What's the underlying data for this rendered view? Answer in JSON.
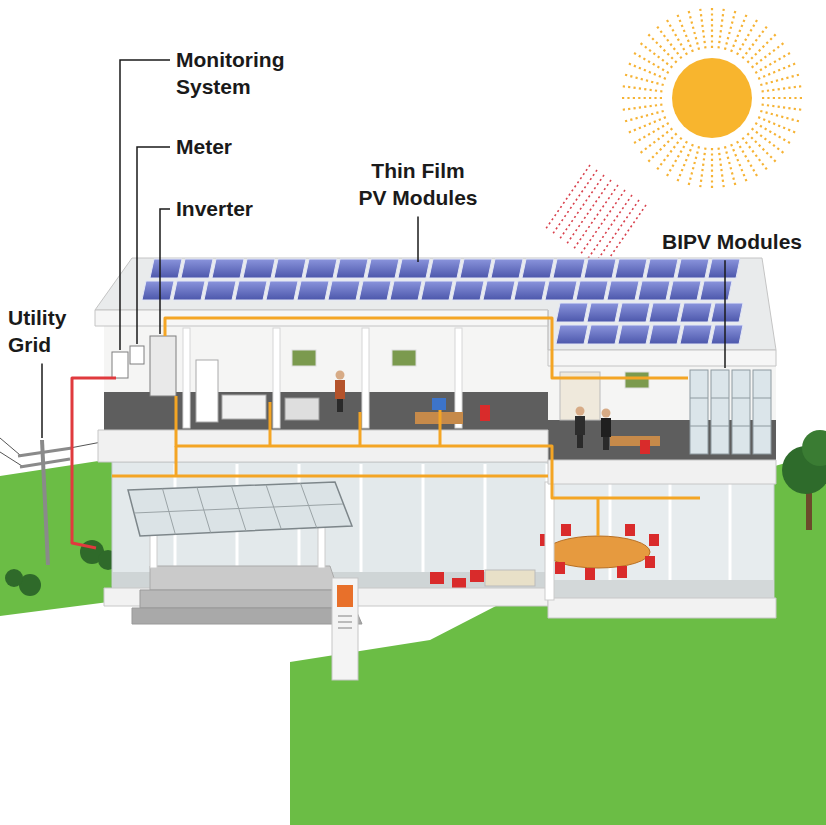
{
  "diagram": {
    "labels": [
      "Monitoring System",
      "Meter",
      "Inverter",
      "Utility Grid",
      "Thin Film PV Modules",
      "BIPV Modules"
    ]
  }
}
